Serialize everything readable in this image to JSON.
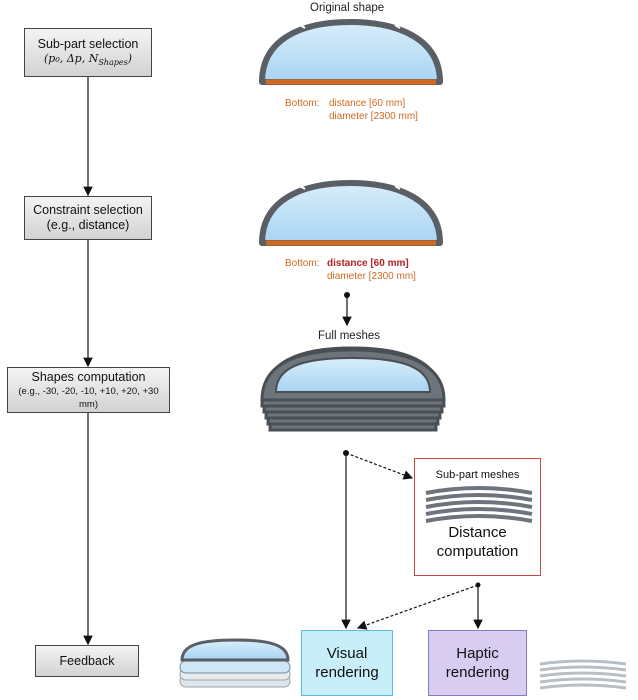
{
  "left_boxes": {
    "subpart_title": "Sub-part selection",
    "subpart_params": "(p₀, Δp, N",
    "subpart_params_sub": "Shapes",
    "subpart_params_close": ")",
    "constraint_title": "Constraint selection",
    "constraint_sub": "(e.g., distance)",
    "shapes_title": "Shapes computation",
    "shapes_sub": "(e.g., -30, -20, -10, +10, +20, +30 mm)",
    "feedback": "Feedback"
  },
  "top_shape": {
    "title": "Original shape",
    "bottom_label": "Bottom:",
    "distance": "distance [60 mm]",
    "diameter": "diameter [2300 mm]"
  },
  "mid_shape": {
    "bottom_label": "Bottom:",
    "distance": "distance [60 mm]",
    "diameter": "diameter [2300 mm]"
  },
  "full_meshes_title": "Full meshes",
  "subpart_panel": {
    "title": "Sub-part meshes",
    "line1": "Distance",
    "line2": "computation"
  },
  "visual_rendering": {
    "line1": "Visual",
    "line2": "rendering"
  },
  "haptic_rendering": {
    "line1": "Haptic",
    "line2": "rendering"
  },
  "colors": {
    "orange": "#d2691e",
    "screen_blue": "#bfe1f6",
    "frame_grey": "#5a5f66",
    "red_border": "#cc4444",
    "visual_fill": "#c8eefa",
    "haptic_fill": "#d8ccf0"
  }
}
